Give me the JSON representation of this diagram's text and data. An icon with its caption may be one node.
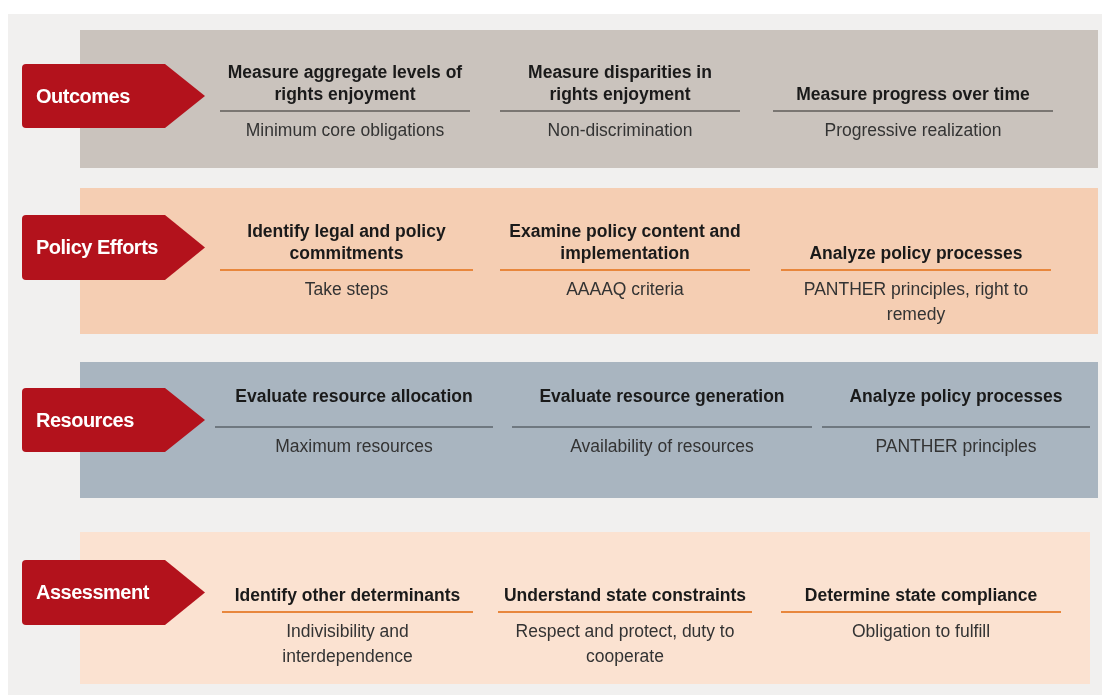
{
  "diagram": {
    "nodes": [
      {
        "text": [],
        "shape": "box"
      },
      {
        "text": [
          "Outcomes"
        ]
      },
      {
        "text": [
          "Measure aggregate levels of rights enjoyment",
          "Minimum core obligations"
        ],
        "in": 0
      },
      {
        "text": [
          "Measure disparities in rights enjoyment",
          "Non-discrimination"
        ],
        "in": 0
      },
      {
        "text": [
          "Measure progress over time",
          "Progressive realization"
        ],
        "in": 0
      },
      {
        "text": [],
        "shape": "box"
      },
      {
        "text": [
          "Policy Efforts"
        ]
      },
      {
        "text": [
          "Identify legal and policy commitments",
          "Take steps"
        ],
        "in": 5
      },
      {
        "text": [
          "Examine policy content and implementation",
          "AAAAQ criteria"
        ],
        "in": 5
      },
      {
        "text": [
          "Analyze policy processes",
          "PANTHER principles, right to remedy"
        ],
        "in": 5
      },
      {
        "text": [],
        "shape": "box"
      },
      {
        "text": [
          "Resources"
        ]
      },
      {
        "text": [
          "Evaluate resource allocation",
          "Maximum resources"
        ],
        "in": 10
      },
      {
        "text": [
          "Evaluate resource generation",
          "Availability of resources"
        ],
        "in": 10
      },
      {
        "text": [
          "Analyze policy processes",
          "PANTHER principles"
        ],
        "in": 10
      },
      {
        "text": [],
        "shape": "box"
      },
      {
        "text": [
          "Assessment"
        ]
      },
      {
        "text": [
          "Identify other determinants",
          "Indivisibility and interdependence"
        ],
        "in": 15
      },
      {
        "text": [
          "Understand state constraints",
          "Respect and protect, duty to cooperate"
        ],
        "in": 15
      },
      {
        "text": [
          "Determine state compliance",
          "Obligation to fulfill"
        ],
        "in": 15
      }
    ]
  }
}
